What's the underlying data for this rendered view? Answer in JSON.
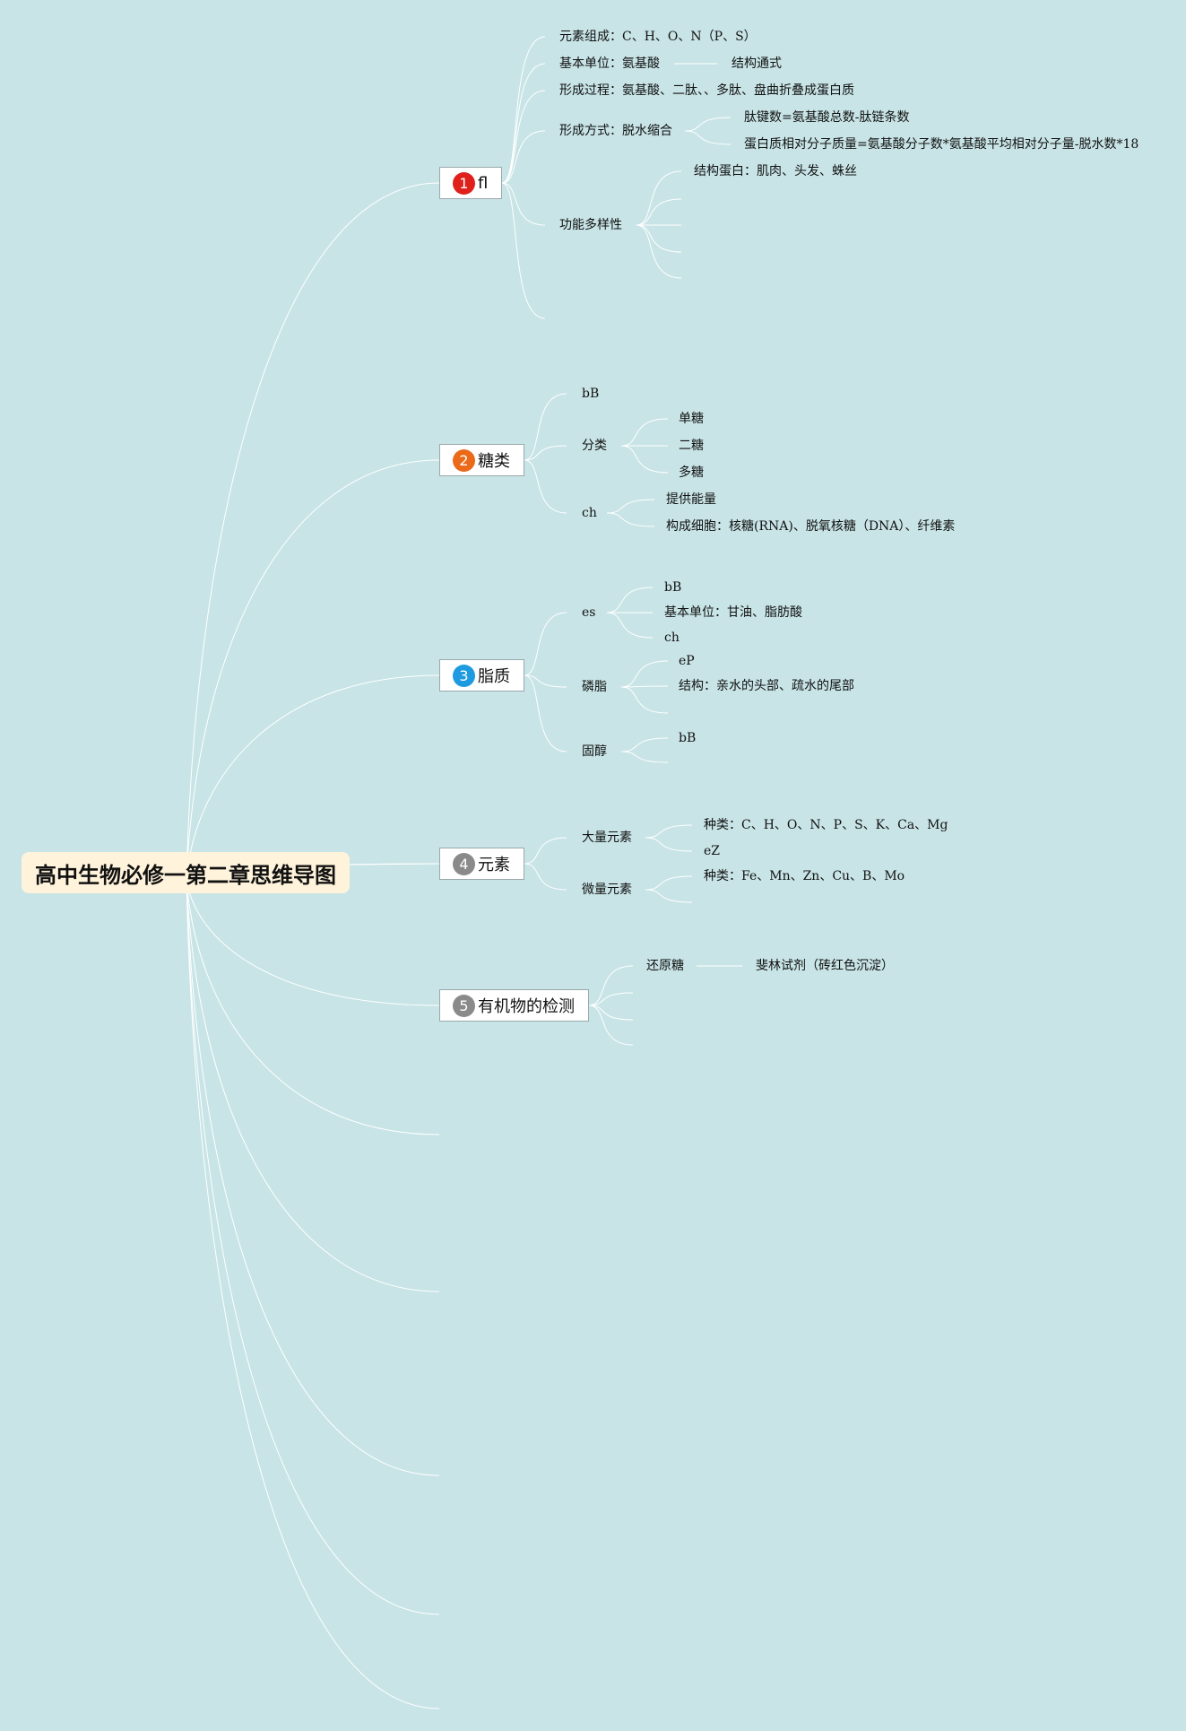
{
  "root": {
    "label": "高中生物必修一第二章思维导图"
  },
  "topics": [
    {
      "num": "1",
      "label": "fl",
      "color": "#e0211b"
    },
    {
      "num": "2",
      "label": "糖类",
      "color": "#ea6a1a"
    },
    {
      "num": "3",
      "label": "脂质",
      "color": "#1e9be0"
    },
    {
      "num": "4",
      "label": "元素",
      "color": "#8a8a8a"
    },
    {
      "num": "5",
      "label": "有机物的检测",
      "color": "#8a8a8a"
    }
  ],
  "protein": {
    "composition": "元素组成：C、H、O、N（P、S）",
    "unit": "基本单位：氨基酸",
    "unit_child": "结构通式",
    "process": "形成过程：氨基酸、二肽、、多肽、盘曲折叠成蛋白质",
    "method": "形成方式：脱水缩合",
    "method_children": [
      "肽键数=氨基酸总数-肽链条数",
      "蛋白质相对分子质量=氨基酸分子数*氨基酸平均相对分子量-脱水数*18"
    ],
    "function": "功能多样性",
    "function_children": [
      "结构蛋白：肌肉、头发、蛛丝"
    ]
  },
  "sugar": {
    "a": "bB",
    "classify": "分类",
    "classify_children": [
      "单糖",
      "二糖",
      "多糖"
    ],
    "ch": "ch",
    "ch_children": [
      "提供能量",
      "构成细胞：核糖(RNA)、脱氧核糖（DNA）、纤维素"
    ]
  },
  "lipid": {
    "es": "es",
    "es_children": [
      "bB",
      "基本单位：甘油、脂肪酸",
      "ch"
    ],
    "phospho": "磷脂",
    "phospho_children": [
      "eP",
      "结构：亲水的头部、疏水的尾部"
    ],
    "sterol": "固醇",
    "sterol_children": [
      "bB"
    ]
  },
  "element": {
    "macro": "大量元素",
    "macro_children": [
      "种类：C、H、O、N、P、S、K、Ca、Mg",
      "eZ"
    ],
    "micro": "微量元素",
    "micro_children": [
      "种类：Fe、Mn、Zn、Cu、B、Mo"
    ]
  },
  "detect": {
    "reducing": "还原糖",
    "reducing_child": "斐林试剂（砖红色沉淀）"
  },
  "colors": {
    "background": "#c8e4e6",
    "line": "#ffffff",
    "root_bg": "#fff3dc"
  }
}
